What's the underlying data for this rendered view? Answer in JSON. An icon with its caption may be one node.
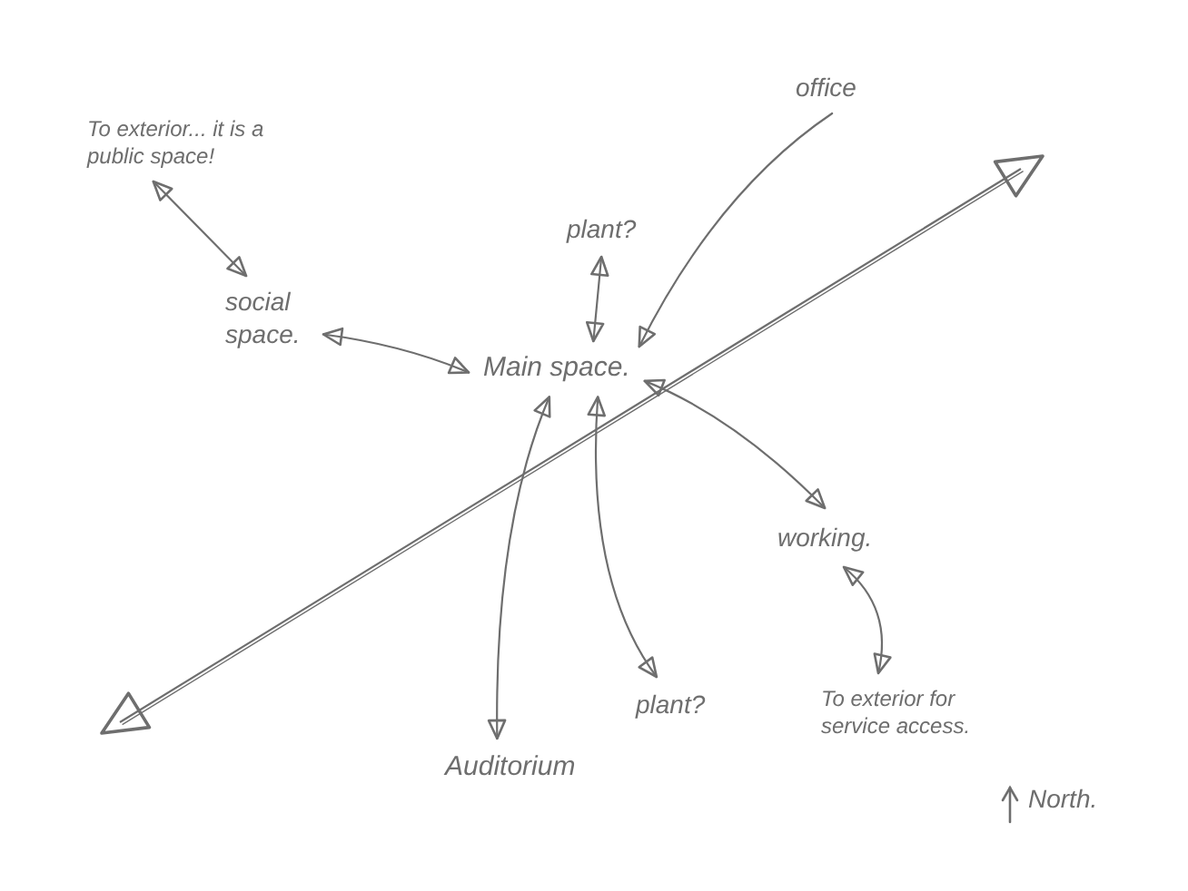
{
  "diagram": {
    "nodes": [
      {
        "text": [
          "To exterior... it is a public space!"
        ]
      },
      {
        "text": [
          "office"
        ]
      },
      {
        "text": [
          "plant?"
        ]
      },
      {
        "text": [
          "social space."
        ]
      },
      {
        "text": [
          "Main space."
        ]
      },
      {
        "text": [
          "working."
        ]
      },
      {
        "text": [
          "plant?"
        ]
      },
      {
        "text": [
          "Auditorium"
        ]
      },
      {
        "text": [
          "To exterior for service access."
        ]
      }
    ],
    "edges": [
      {
        "from": 3,
        "to": 0,
        "arrow": "both"
      },
      {
        "from": 3,
        "to": 4,
        "arrow": "both"
      },
      {
        "from": 2,
        "to": 4,
        "arrow": "both"
      },
      {
        "from": 1,
        "to": 4,
        "arrow": "to"
      },
      {
        "from": 4,
        "to": 5,
        "arrow": "both"
      },
      {
        "from": 4,
        "to": 7,
        "arrow": "both"
      },
      {
        "from": 4,
        "to": 6,
        "arrow": "both"
      },
      {
        "from": 5,
        "to": 8,
        "arrow": "both"
      }
    ],
    "labels": [
      "North."
    ]
  }
}
